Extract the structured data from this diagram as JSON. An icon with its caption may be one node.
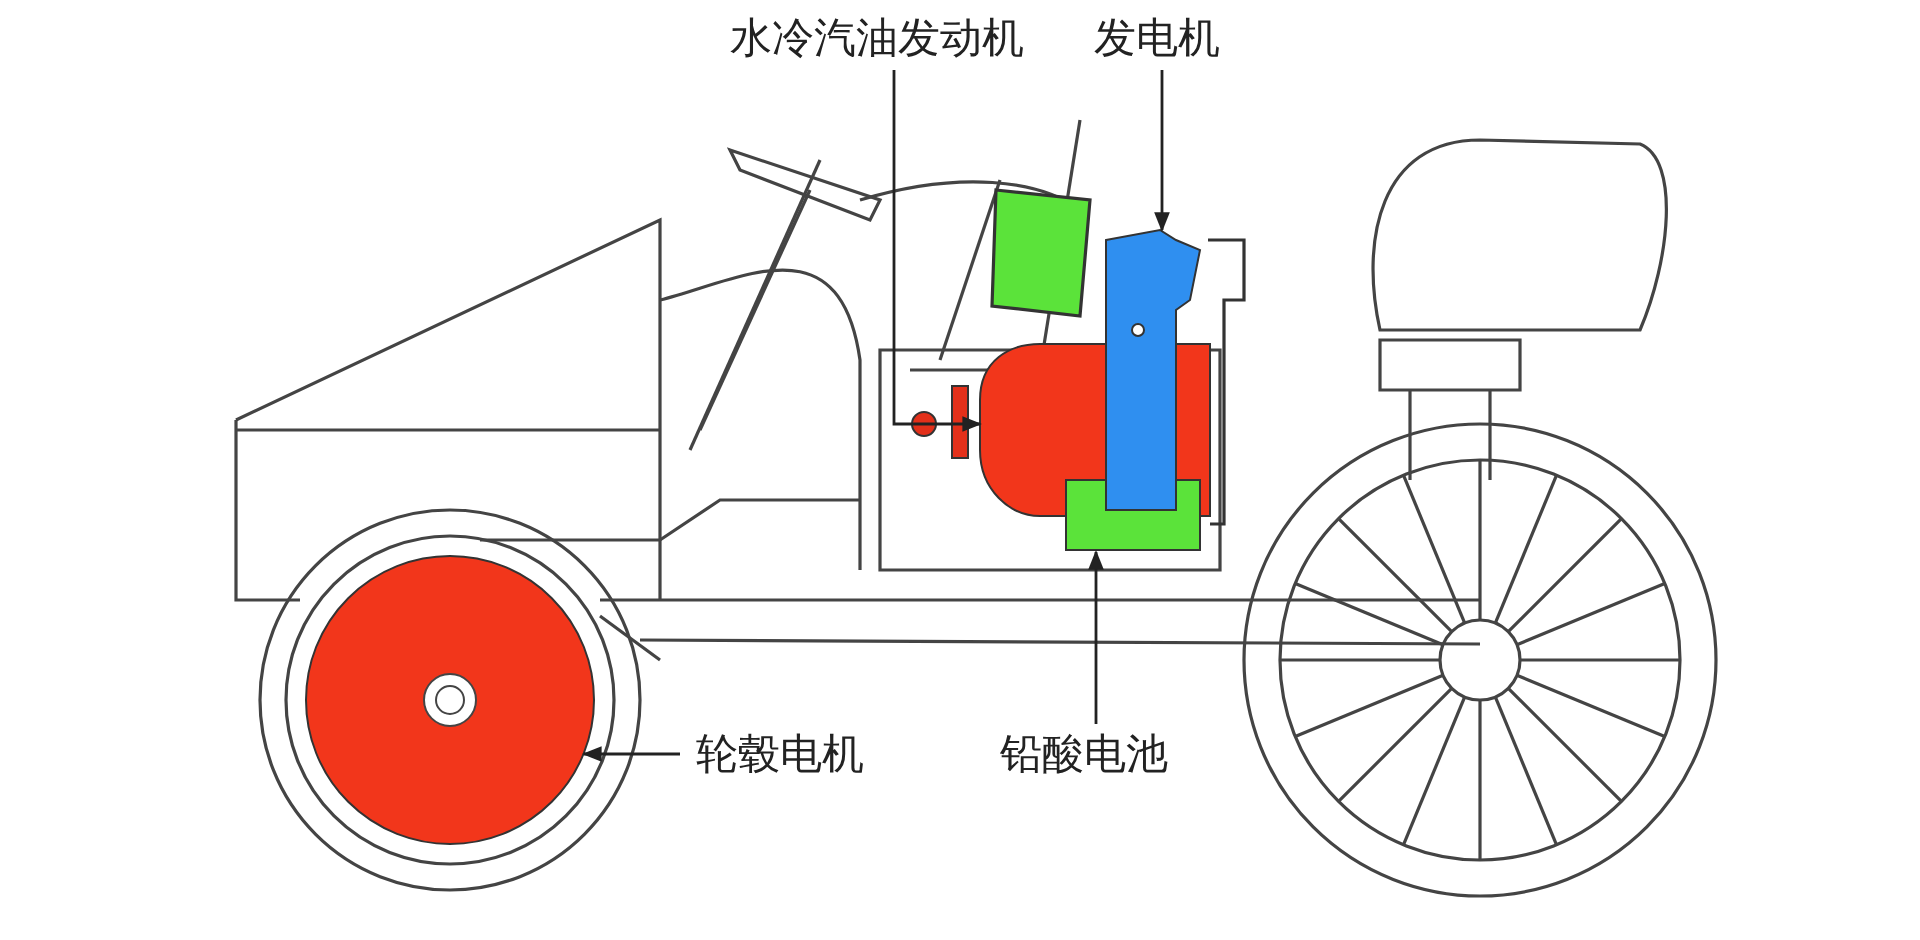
{
  "diagram": {
    "nodes": [
      {
        "text": [
          "水冷汽油发动机"
        ]
      },
      {
        "text": [
          "发电机"
        ]
      },
      {
        "text": [
          "轮毂电机"
        ]
      },
      {
        "text": [
          "铅酸电池"
        ]
      },
      {
        "text": [],
        "shape": "cylinder"
      },
      {
        "text": [],
        "shape": "box"
      },
      {
        "text": [],
        "shape": "circle"
      },
      {
        "text": [],
        "shape": "box"
      }
    ],
    "edges": [
      {
        "from": 0,
        "to": 4,
        "arrow": "to"
      },
      {
        "from": 1,
        "to": 5,
        "arrow": "to"
      },
      {
        "from": 2,
        "to": 6,
        "arrow": "to"
      },
      {
        "from": 3,
        "to": 7,
        "arrow": "to"
      }
    ]
  }
}
